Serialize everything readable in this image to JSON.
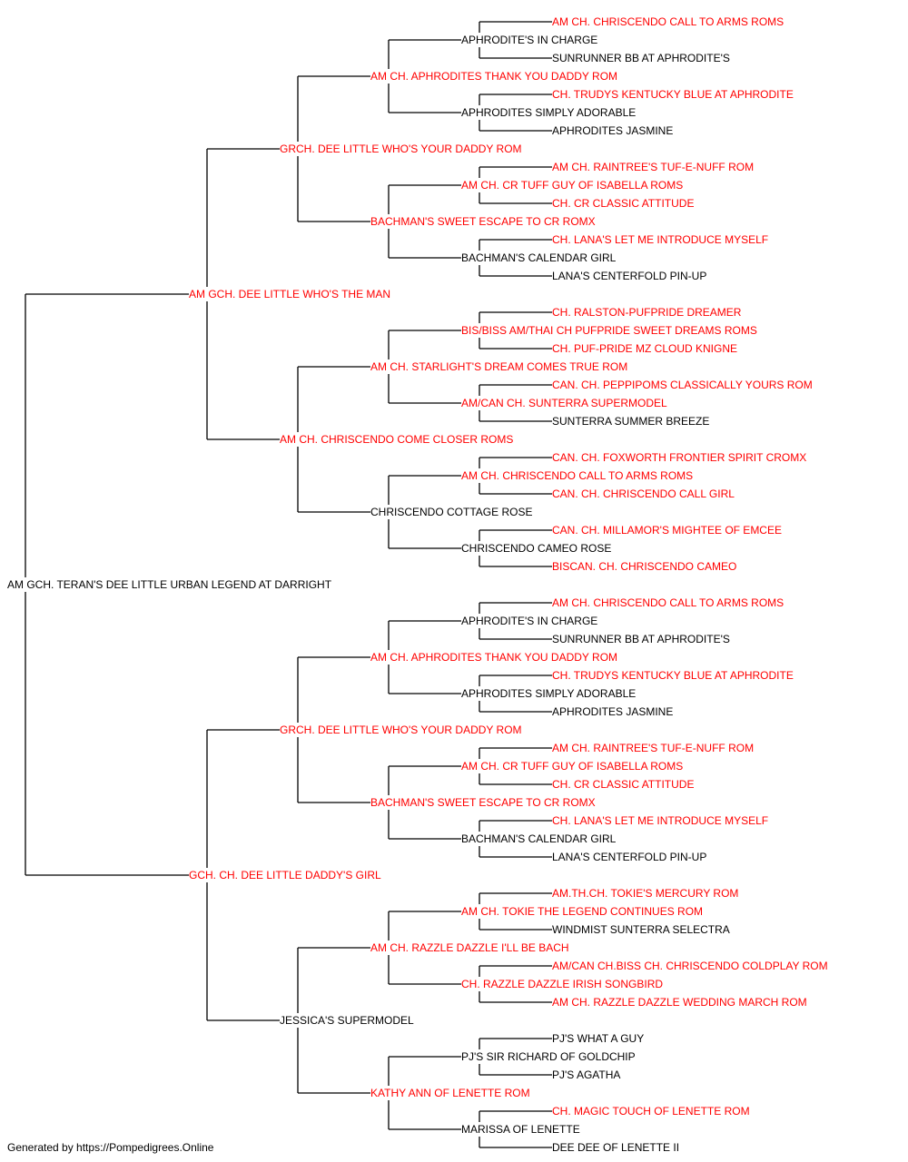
{
  "colors": {
    "champion": "#ff0000",
    "normal": "#000000",
    "line": "#000000"
  },
  "footer": "Generated by https://Pompedigrees.Online",
  "pedigree": {
    "name": "AM GCH. TERAN'S DEE LITTLE URBAN LEGEND AT DARRIGHT",
    "champion": false,
    "sire": {
      "name": "AM GCH. DEE LITTLE WHO'S THE MAN",
      "champion": true,
      "sire": {
        "name": "GRCH. DEE LITTLE WHO'S YOUR DADDY ROM",
        "champion": true,
        "sire": {
          "name": "AM CH. APHRODITES THANK YOU DADDY ROM",
          "champion": true,
          "sire": {
            "name": "APHRODITE'S IN CHARGE",
            "champion": false,
            "sire": {
              "name": "AM CH. CHRISCENDO CALL TO ARMS ROMS",
              "champion": true
            },
            "dam": {
              "name": "SUNRUNNER BB AT APHRODITE'S",
              "champion": false
            }
          },
          "dam": {
            "name": "APHRODITES SIMPLY ADORABLE",
            "champion": false,
            "sire": {
              "name": "CH. TRUDYS KENTUCKY BLUE AT APHRODITE",
              "champion": true
            },
            "dam": {
              "name": "APHRODITES JASMINE",
              "champion": false
            }
          }
        },
        "dam": {
          "name": "BACHMAN'S SWEET ESCAPE TO CR ROMX",
          "champion": true,
          "sire": {
            "name": "AM CH. CR TUFF GUY OF ISABELLA ROMS",
            "champion": true,
            "sire": {
              "name": "AM CH. RAINTREE'S TUF-E-NUFF ROM",
              "champion": true
            },
            "dam": {
              "name": "CH. CR CLASSIC ATTITUDE",
              "champion": true
            }
          },
          "dam": {
            "name": "BACHMAN'S CALENDAR GIRL",
            "champion": false,
            "sire": {
              "name": "CH. LANA'S LET ME INTRODUCE MYSELF",
              "champion": true
            },
            "dam": {
              "name": "LANA'S CENTERFOLD PIN-UP",
              "champion": false
            }
          }
        }
      },
      "dam": {
        "name": "AM CH. CHRISCENDO COME CLOSER ROMS",
        "champion": true,
        "sire": {
          "name": "AM CH. STARLIGHT'S DREAM COMES TRUE ROM",
          "champion": true,
          "sire": {
            "name": "BIS/BISS AM/THAI CH PUFPRIDE SWEET DREAMS ROMS",
            "champion": true,
            "sire": {
              "name": "CH. RALSTON-PUFPRIDE DREAMER",
              "champion": true
            },
            "dam": {
              "name": "CH. PUF-PRIDE MZ CLOUD KNIGNE",
              "champion": true
            }
          },
          "dam": {
            "name": "AM/CAN CH. SUNTERRA SUPERMODEL",
            "champion": true,
            "sire": {
              "name": "CAN. CH. PEPPIPOMS CLASSICALLY YOURS ROM",
              "champion": true
            },
            "dam": {
              "name": "SUNTERRA SUMMER BREEZE",
              "champion": false
            }
          }
        },
        "dam": {
          "name": "CHRISCENDO COTTAGE ROSE",
          "champion": false,
          "sire": {
            "name": "AM CH. CHRISCENDO CALL TO ARMS ROMS",
            "champion": true,
            "sire": {
              "name": "CAN. CH. FOXWORTH FRONTIER SPIRIT CROMX",
              "champion": true
            },
            "dam": {
              "name": "CAN. CH. CHRISCENDO CALL GIRL",
              "champion": true
            }
          },
          "dam": {
            "name": "CHRISCENDO CAMEO ROSE",
            "champion": false,
            "sire": {
              "name": "CAN. CH. MILLAMOR'S MIGHTEE OF EMCEE",
              "champion": true
            },
            "dam": {
              "name": "BISCAN. CH. CHRISCENDO CAMEO",
              "champion": true
            }
          }
        }
      }
    },
    "dam": {
      "name": "GCH. CH. DEE LITTLE DADDY'S GIRL",
      "champion": true,
      "sire": {
        "name": "GRCH. DEE LITTLE WHO'S YOUR DADDY ROM",
        "champion": true,
        "sire": {
          "name": "AM CH. APHRODITES THANK YOU DADDY ROM",
          "champion": true,
          "sire": {
            "name": "APHRODITE'S IN CHARGE",
            "champion": false,
            "sire": {
              "name": "AM CH. CHRISCENDO CALL TO ARMS ROMS",
              "champion": true
            },
            "dam": {
              "name": "SUNRUNNER BB AT APHRODITE'S",
              "champion": false
            }
          },
          "dam": {
            "name": "APHRODITES SIMPLY ADORABLE",
            "champion": false,
            "sire": {
              "name": "CH. TRUDYS KENTUCKY BLUE AT APHRODITE",
              "champion": true
            },
            "dam": {
              "name": "APHRODITES JASMINE",
              "champion": false
            }
          }
        },
        "dam": {
          "name": "BACHMAN'S SWEET ESCAPE TO CR ROMX",
          "champion": true,
          "sire": {
            "name": "AM CH. CR TUFF GUY OF ISABELLA ROMS",
            "champion": true,
            "sire": {
              "name": "AM CH. RAINTREE'S TUF-E-NUFF ROM",
              "champion": true
            },
            "dam": {
              "name": "CH. CR CLASSIC ATTITUDE",
              "champion": true
            }
          },
          "dam": {
            "name": "BACHMAN'S CALENDAR GIRL",
            "champion": false,
            "sire": {
              "name": "CH. LANA'S LET ME INTRODUCE MYSELF",
              "champion": true
            },
            "dam": {
              "name": "LANA'S CENTERFOLD PIN-UP",
              "champion": false
            }
          }
        }
      },
      "dam": {
        "name": "JESSICA'S SUPERMODEL",
        "champion": false,
        "sire": {
          "name": "AM CH. RAZZLE DAZZLE I'LL BE BACH",
          "champion": true,
          "sire": {
            "name": "AM CH. TOKIE THE LEGEND CONTINUES ROM",
            "champion": true,
            "sire": {
              "name": "AM.TH.CH. TOKIE'S MERCURY ROM",
              "champion": true
            },
            "dam": {
              "name": "WINDMIST SUNTERRA SELECTRA",
              "champion": false
            }
          },
          "dam": {
            "name": "CH. RAZZLE DAZZLE IRISH SONGBIRD",
            "champion": true,
            "sire": {
              "name": "AM/CAN CH.BISS CH. CHRISCENDO COLDPLAY ROM",
              "champion": true
            },
            "dam": {
              "name": "AM CH. RAZZLE DAZZLE WEDDING MARCH ROM",
              "champion": true
            }
          }
        },
        "dam": {
          "name": "KATHY ANN OF LENETTE ROM",
          "champion": true,
          "sire": {
            "name": "PJ'S SIR RICHARD OF GOLDCHIP",
            "champion": false,
            "sire": {
              "name": "PJ'S WHAT A GUY",
              "champion": false
            },
            "dam": {
              "name": "PJ'S AGATHA",
              "champion": false
            }
          },
          "dam": {
            "name": "MARISSA OF LENETTE",
            "champion": false,
            "sire": {
              "name": "CH. MAGIC TOUCH OF LENETTE ROM",
              "champion": true
            },
            "dam": {
              "name": "DEE DEE OF LENETTE II",
              "champion": false
            }
          }
        }
      }
    }
  }
}
